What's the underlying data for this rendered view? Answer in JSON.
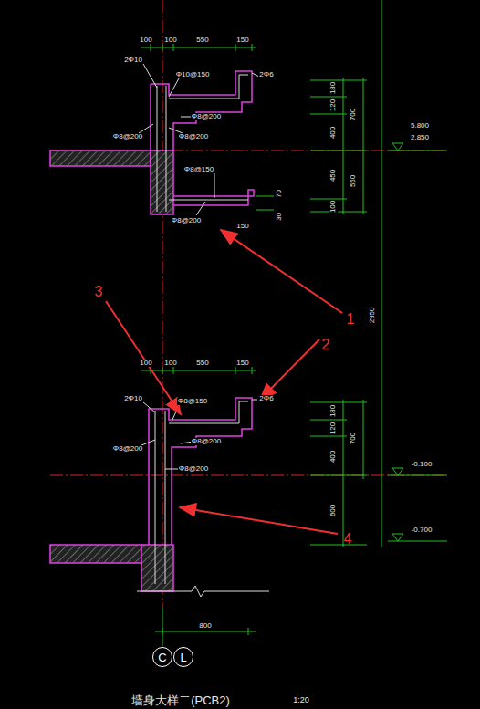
{
  "diagram": {
    "caption": "墙身大样二(PCB2)",
    "nodes": [
      {
        "text": [
          "C"
        ]
      },
      {
        "text": [
          "L"
        ]
      }
    ],
    "labels": [
      "100",
      "100",
      "550",
      "150",
      "2Φ10",
      "Φ10@150",
      "2Φ6",
      "180",
      "120",
      "700",
      "Φ8@200",
      "400",
      "5.800",
      "2.850",
      "Φ8@200",
      "Φ8@200",
      "Φ8@150",
      "450",
      "550",
      "70",
      "100",
      "30",
      "Φ8@200",
      "150",
      "1",
      "2950",
      "3",
      "2",
      "100",
      "100",
      "550",
      "150",
      "2Φ10",
      "Φ8@150",
      "2Φ6",
      "180",
      "120",
      "700",
      "Φ8@200",
      "Φ8@200",
      "400",
      "Φ8@200",
      "-0.100",
      "600",
      "4",
      "-0.700",
      "800",
      "1:20"
    ]
  }
}
